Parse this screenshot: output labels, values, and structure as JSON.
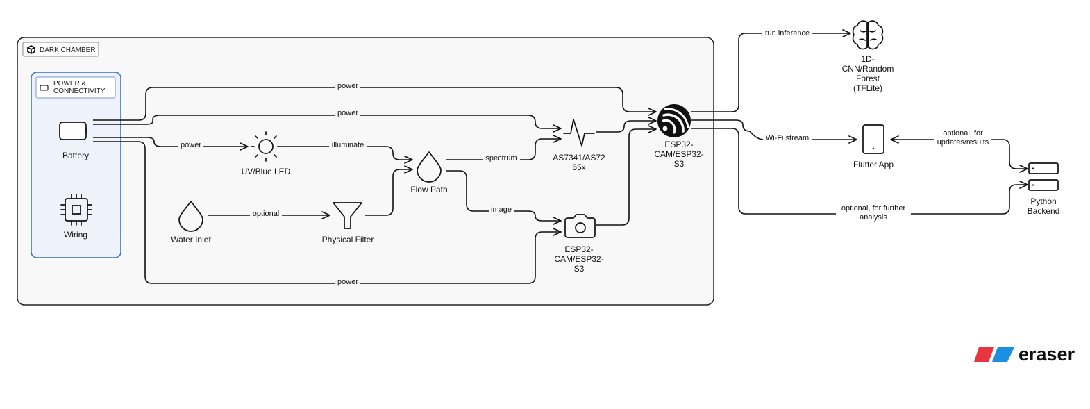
{
  "groups": {
    "dark_chamber": "DARK CHAMBER",
    "power_connectivity": [
      "POWER &",
      "CONNECTIVITY"
    ]
  },
  "nodes": {
    "battery": "Battery",
    "wiring": "Wiring",
    "uv_led": "UV/Blue LED",
    "water_inlet": "Water Inlet",
    "physical_filter": "Physical Filter",
    "flow_path": "Flow Path",
    "spectral_sensor": [
      "AS7341/AS72",
      "65x"
    ],
    "camera": [
      "ESP32-",
      "CAM/ESP32-",
      "S3"
    ],
    "mcu": [
      "ESP32-",
      "CAM/ESP32-",
      "S3"
    ],
    "model": [
      "1D-",
      "CNN/Random",
      "Forest",
      "(TFLite)"
    ],
    "flutter_app": "Flutter App",
    "python_backend": [
      "Python",
      "Backend"
    ]
  },
  "edges": {
    "power_top": "power",
    "power_sensor": "power",
    "power_led": "power",
    "power_camera": "power",
    "illuminate": "illuminate",
    "optional_inlet": "optional",
    "spectrum": "spectrum",
    "image": "image",
    "run_inference": "run inference",
    "wifi_stream": "Wi-Fi stream",
    "updates": [
      "optional, for",
      "updates/results"
    ],
    "further": [
      "optional, for further",
      "analysis"
    ]
  },
  "brand": {
    "name": "eraser",
    "colors": {
      "red": "#e8353f",
      "blue": "#1a8ee0"
    }
  },
  "icons": [
    "box-icon",
    "battery-icon",
    "chip-icon",
    "sun-icon",
    "water-drop-icon",
    "funnel-icon",
    "waveform-icon",
    "camera-icon",
    "espressif-icon",
    "brain-icon",
    "mobile-icon",
    "server-icon"
  ]
}
